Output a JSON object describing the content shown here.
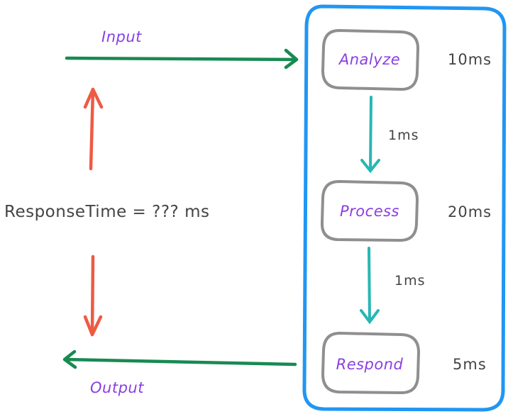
{
  "diagram": {
    "title": "ResponseTime = ??? ms",
    "input_label": "Input",
    "output_label": "Output",
    "nodes": [
      {
        "label": "Analyze",
        "time": "10ms"
      },
      {
        "label": "Process",
        "time": "20ms"
      },
      {
        "label": "Respond",
        "time": "5ms"
      }
    ],
    "transitions": [
      {
        "from": "Analyze",
        "to": "Process",
        "label": "1ms"
      },
      {
        "from": "Process",
        "to": "Respond",
        "label": "1ms"
      }
    ],
    "colors": {
      "container": "#2196f3",
      "node_border": "#8f8f8f",
      "node_text": "#8a3fe0",
      "io_arrow": "#178a52",
      "step_arrow": "#27b7b4",
      "response_arrow": "#ef5a43",
      "text_dark": "#444444"
    }
  }
}
